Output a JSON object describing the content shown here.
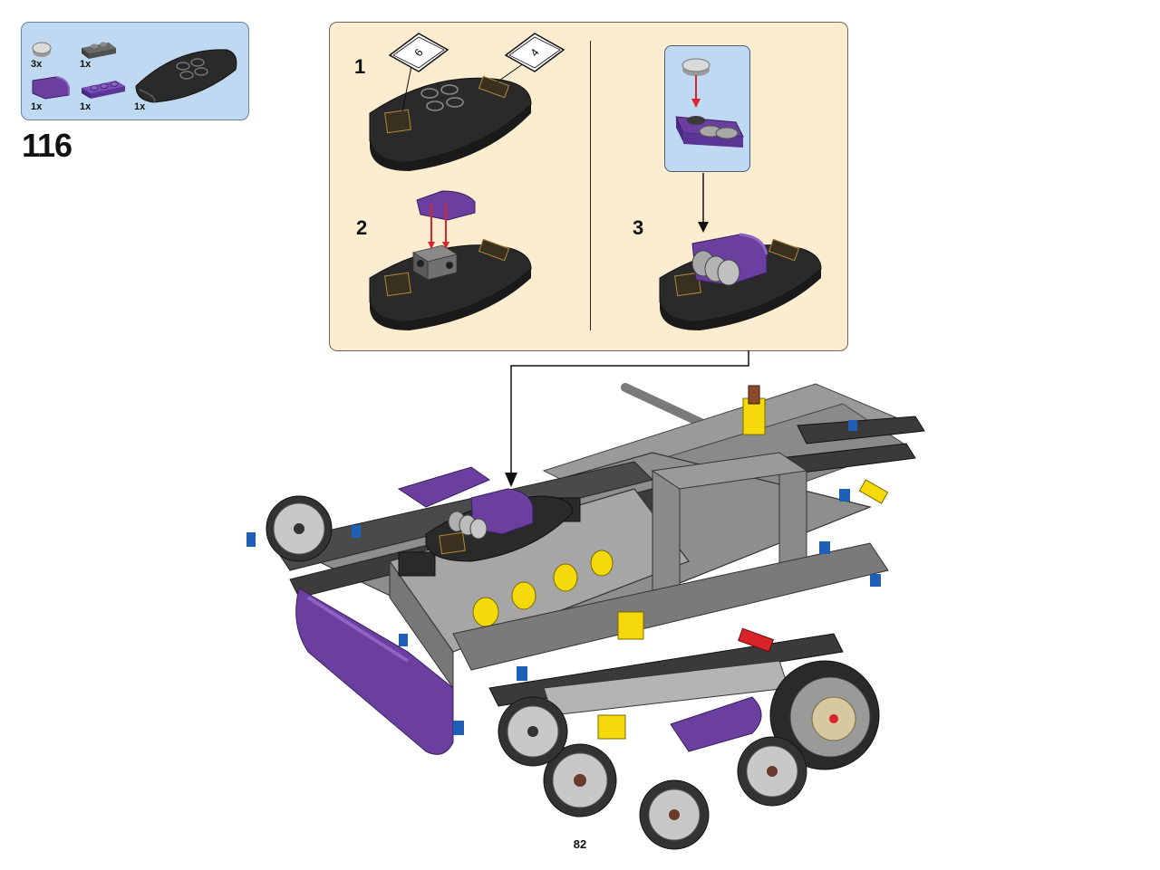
{
  "step": {
    "number": "116"
  },
  "parts": [
    {
      "name": "round-tile-light-gray",
      "qty": "3x",
      "color": "#d6d6d6"
    },
    {
      "name": "bracket-plate-dark-gray",
      "qty": "1x",
      "color": "#5a5a5a"
    },
    {
      "name": "curved-slope-purple",
      "qty": "1x",
      "color": "#6b3fa0"
    },
    {
      "name": "plate-1x3-purple",
      "qty": "1x",
      "color": "#6b3fa0"
    },
    {
      "name": "curved-panel-black",
      "qty": "1x",
      "color": "#2a2a2a"
    }
  ],
  "substeps": [
    {
      "number": "1"
    },
    {
      "number": "2"
    },
    {
      "number": "3"
    }
  ],
  "stickers": [
    {
      "label": "6"
    },
    {
      "label": "4"
    }
  ],
  "page": {
    "number": "82"
  },
  "colors": {
    "parts_bg": "#bfd9f2",
    "callout_bg": "#fdedd0",
    "arrow_red": "#d8232a",
    "purple": "#6b3fa0",
    "black_part": "#2a2a2a",
    "gray_part": "#8a8a8a",
    "yellow": "#f5d90a",
    "blue_pin": "#1f5fb5"
  }
}
